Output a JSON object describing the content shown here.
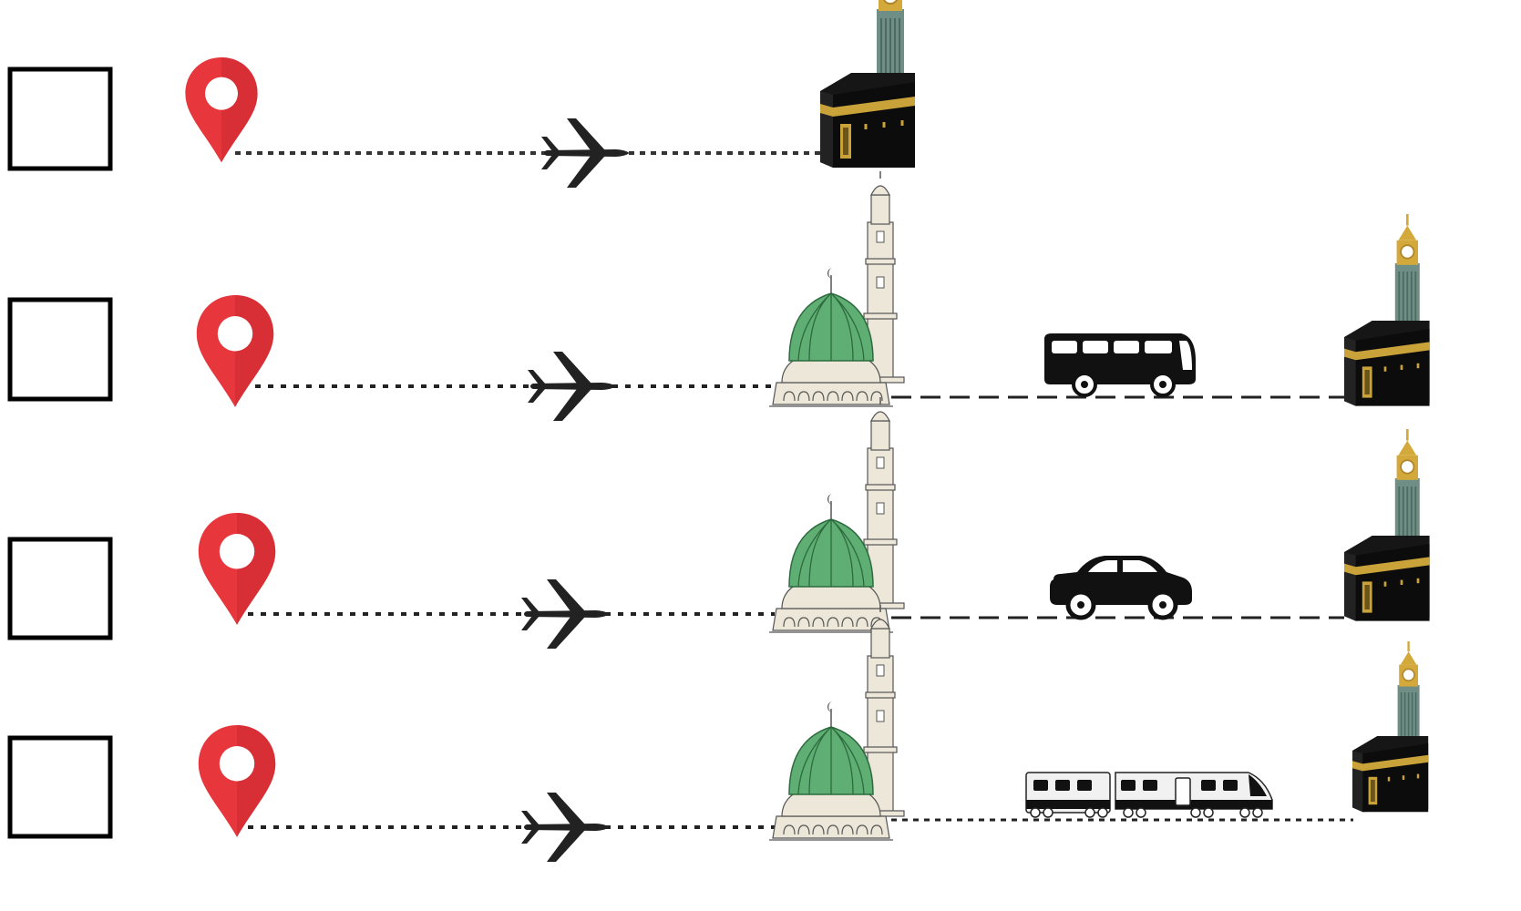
{
  "top_fragment": "",
  "routes": [
    {
      "id": "direct-flight-to-makkah",
      "checkbox_checked": false,
      "legs": [
        {
          "mode": "airplane",
          "to": "kaaba"
        }
      ]
    },
    {
      "id": "flight-madinah-then-bus",
      "checkbox_checked": false,
      "legs": [
        {
          "mode": "airplane",
          "to": "prophets-mosque"
        },
        {
          "mode": "bus",
          "to": "kaaba"
        }
      ]
    },
    {
      "id": "flight-madinah-then-car",
      "checkbox_checked": false,
      "legs": [
        {
          "mode": "airplane",
          "to": "prophets-mosque"
        },
        {
          "mode": "car",
          "to": "kaaba"
        }
      ]
    },
    {
      "id": "flight-madinah-then-train",
      "checkbox_checked": false,
      "legs": [
        {
          "mode": "airplane",
          "to": "prophets-mosque"
        },
        {
          "mode": "train",
          "to": "kaaba"
        }
      ]
    }
  ],
  "colors": {
    "pin": "#e8363d",
    "pin_shade": "#c92a30",
    "dome": "#5fae73",
    "mosque_body": "#ece7d9",
    "kaaba": "#111111",
    "kaaba_band": "#c9a23a",
    "tower": "#6f8f86",
    "tower_gold": "#d4a93c",
    "line": "#222222"
  }
}
